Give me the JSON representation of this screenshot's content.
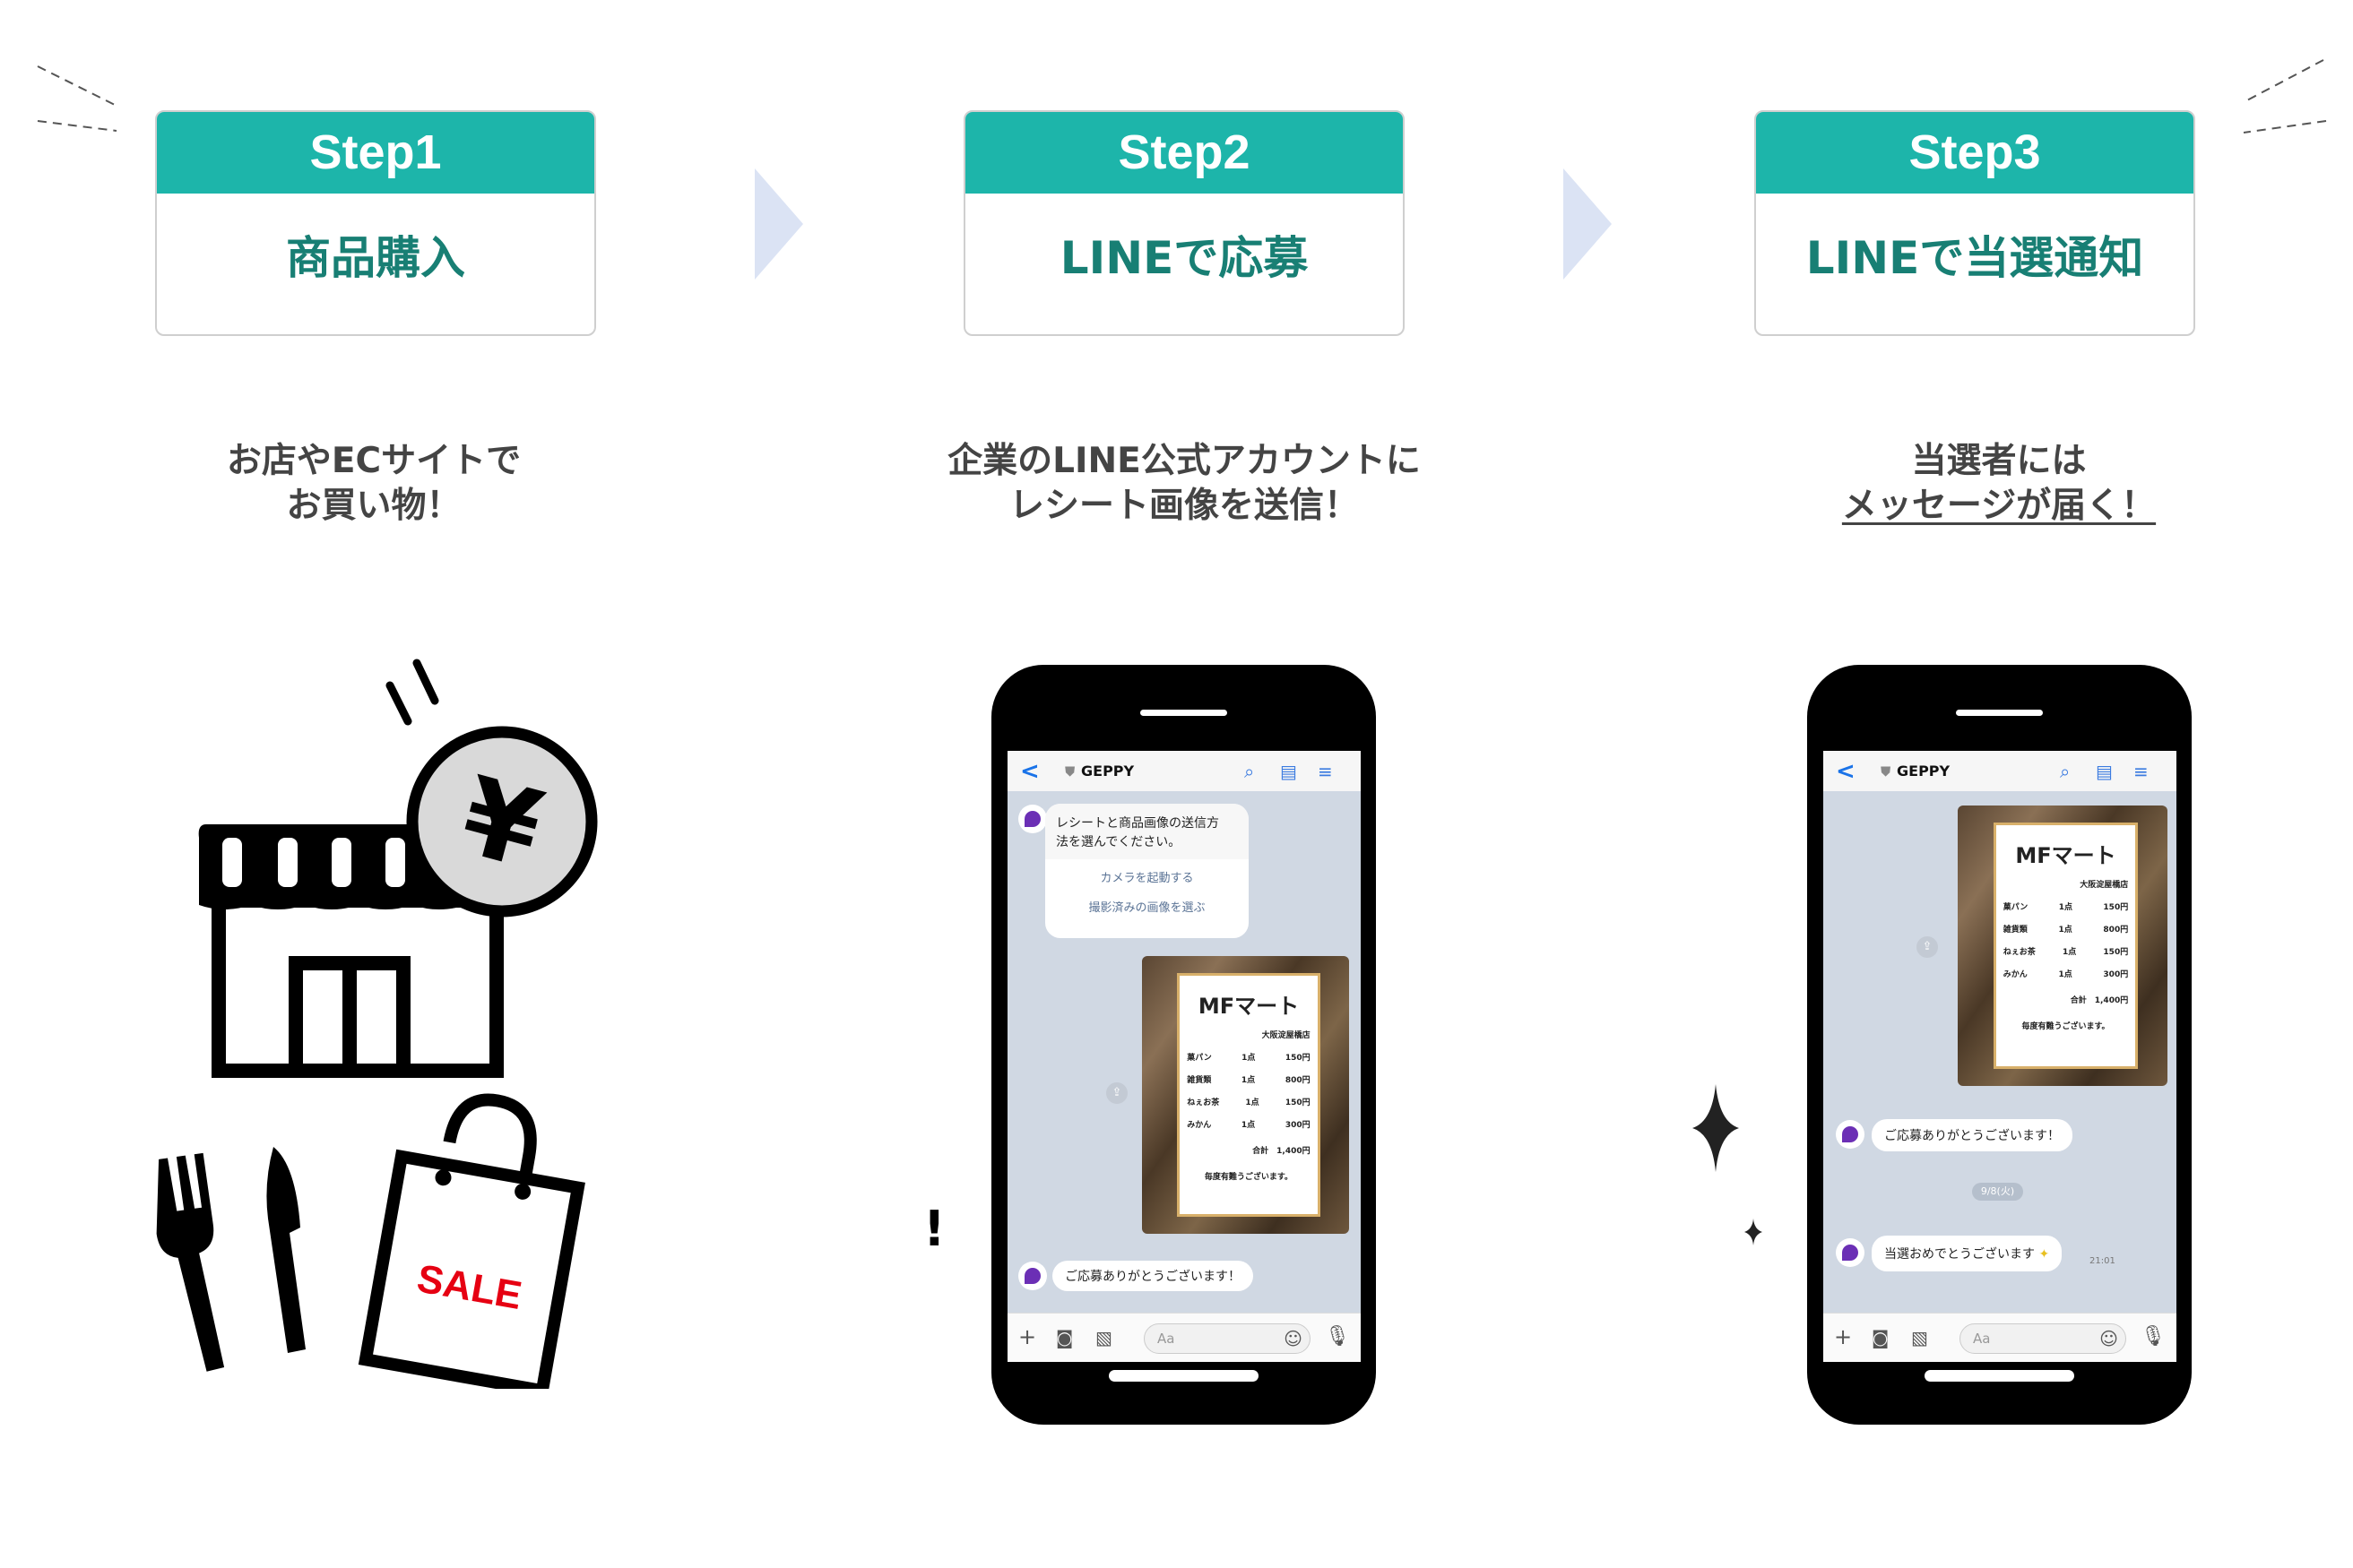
{
  "steps": [
    {
      "label": "Step1",
      "title": "商品購入",
      "desc": [
        "お店やECサイトで",
        "お買い物！"
      ]
    },
    {
      "label": "Step2",
      "title": "LINEで応募",
      "desc": [
        "企業のLINE公式アカウントに",
        "レシート画像を送信！"
      ]
    },
    {
      "label": "Step3",
      "title": "LINEで当選通知",
      "desc": [
        "当選者には",
        "メッセージが届く！"
      ]
    }
  ],
  "illustration": {
    "sale_tag": "SALE",
    "yen": "¥",
    "exclaim": "!"
  },
  "chat": {
    "account": "GEPPY",
    "input_placeholder": "Aa",
    "prompt": [
      "レシートと商品画像の送信方",
      "法を選んでください。"
    ],
    "option_camera": "カメラを起動する",
    "option_gallery": "撮影済みの画像を選ぶ",
    "thanks": "ご応募ありがとうございます！",
    "date": "9/8(火)",
    "win": "当選おめでとうございます",
    "win_time": "21:01"
  },
  "receipt": {
    "store": "MFマート",
    "branch": "大阪淀屋橋店",
    "items": [
      {
        "name": "菓パン",
        "qty": "1点",
        "price": "150円"
      },
      {
        "name": "雑貨類",
        "qty": "1点",
        "price": "800円"
      },
      {
        "name": "ねぇお茶",
        "qty": "1点",
        "price": "150円"
      },
      {
        "name": "みかん",
        "qty": "1点",
        "price": "300円"
      }
    ],
    "total": "合計　1,400円",
    "thanks": "毎度有難うございます。"
  },
  "colors": {
    "teal": "#1db5aa",
    "teal_dark": "#187f74",
    "arrow": "#dbe3f4",
    "chat_bg": "#d0d8e3",
    "sale": "#e60012"
  }
}
